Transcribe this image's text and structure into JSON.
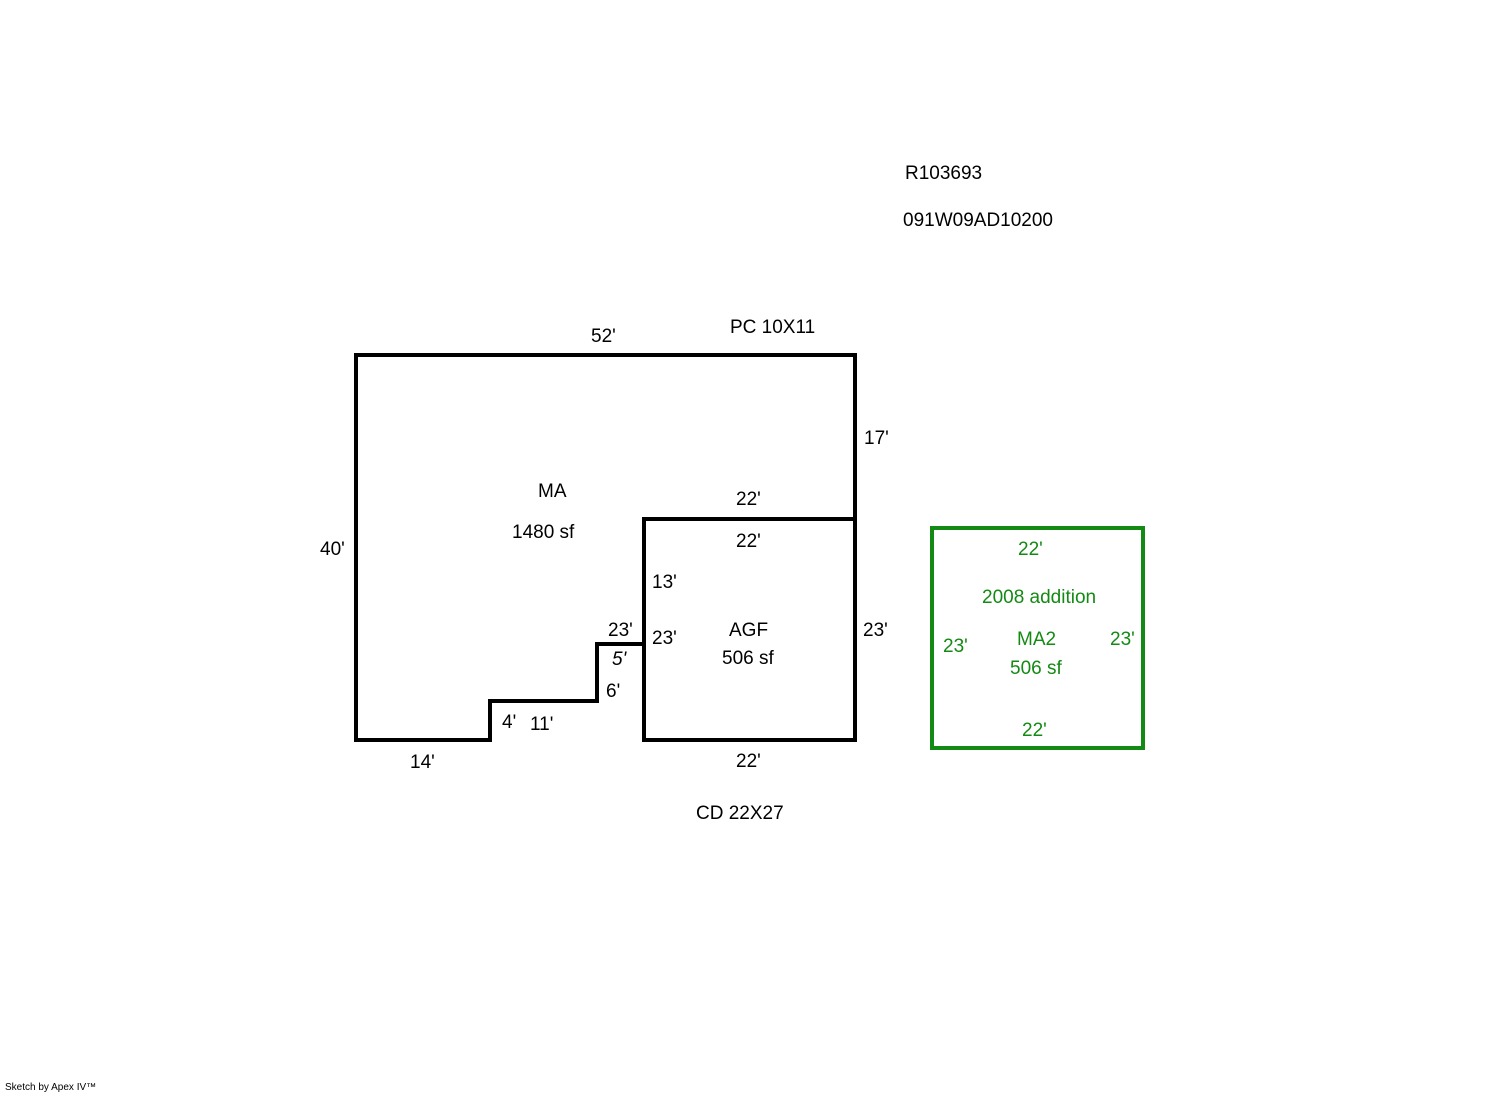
{
  "header": {
    "record_id": "R103693",
    "parcel_id": "091W09AD10200"
  },
  "colors": {
    "main_outline": "#000000",
    "addition_outline": "#138a13"
  },
  "main_area": {
    "label": "MA",
    "area": "1480 sf",
    "dims": {
      "top": "52'",
      "left": "40'",
      "right_upper": "17'",
      "bottom_left": "14'",
      "step_rise_4": "4'",
      "step_run_11": "11'",
      "step_rise_6": "6'",
      "step_run_5": "5'",
      "inner_top": "22'",
      "inner_left_13": "13'",
      "inner_left_23": "23'"
    }
  },
  "garage": {
    "label": "AGF",
    "area": "506 sf",
    "dims": {
      "top": "22'",
      "left": "23'",
      "right": "23'",
      "bottom": "22'"
    }
  },
  "porch_label": "PC 10X11",
  "deck_label": "CD  22X27",
  "addition": {
    "title": "2008 addition",
    "label": "MA2",
    "area": "506 sf",
    "dims": {
      "top": "22'",
      "left": "23'",
      "right": "23'",
      "bottom": "22'"
    }
  },
  "footer": {
    "credit": "Sketch by Apex IV™"
  }
}
